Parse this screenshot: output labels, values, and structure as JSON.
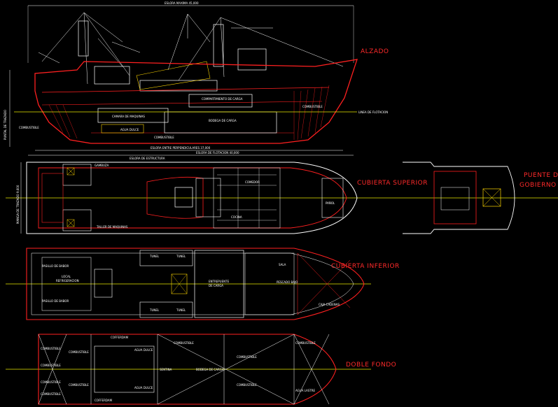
{
  "labels": {
    "alzado": "ALZADO",
    "cubierta_superior": "CUBIERTA SUPERIOR",
    "puente_line1": "PUENTE DE",
    "puente_line2": "GOBIERNO",
    "cubierta_inferior": "CUBIERTA INFERIOR",
    "doble_fondo": "DOBLE FONDO"
  },
  "elevation": {
    "eslora_max": "ESLORA MAXIMA 45,000",
    "eslora_pp": "ESLORA ENTRE PERPENDICULARES 37,000",
    "eslora_flotacion": "ESLORA DE FLOTACION 40,000",
    "linea_flotacion": "LINEA DE FLOTACION",
    "puntal": "PUNTAL DE TRAZADO",
    "compartimiento": "COMPARTIMIENTO DE CARGA",
    "camara": "CAMARA DE MAQUINAS",
    "bodega": "BODEGA DE CARGA",
    "agua_dulce": "AGUA DULCE",
    "combustible_1": "COMBUSTIBLE",
    "combustible_2": "COMBUSTIBLE",
    "combustible_3": "COMBUSTIBLE"
  },
  "upper_deck": {
    "manga": "MANGA DE TRAZADO 9,600",
    "gambuza": "GAMBUZA",
    "comedor": "COMEDOR",
    "taller_maquinas": "TALLER DE MAQUINAS",
    "cocina": "COCINA",
    "pana": "PAÑOL",
    "eslora_note": "ESLORA DE ESTRUCTURA"
  },
  "lower_deck": {
    "pasillo_1": "PASILLO DE BABOR",
    "pasillo_2": "PASILLO DE BABOR",
    "local_1": "LOCAL",
    "local_2": "REFRIGERACION",
    "tunel_1": "TUNEL",
    "tunel_2": "TUNEL",
    "tunel_3": "TUNEL",
    "tunel_4": "TUNEL",
    "entrepuente_1": "ENTREPUENTE",
    "entrepuente_2": "DE CARGA",
    "sala": "SALA",
    "cadenas": "CAJA CADENAS",
    "pescado": "PESCADO BAJO"
  },
  "double_bottom": {
    "comb_1": "COMBUSTIBLE",
    "comb_2": "COMBUSTIBLE",
    "comb_3": "COMBUSTIBLE",
    "comb_4": "COMBUSTIBLE",
    "comb_5": "COMBUSTIBLE",
    "comb_6": "COMBUSTIBLE",
    "comb_7": "COMBUSTIBLE",
    "comb_8": "COMBUSTIBLE",
    "comb_9": "COMBUSTIBLE",
    "comb_10": "COMBUSTIBLE",
    "agua_1": "AGUA DULCE",
    "agua_2": "AGUA DULCE",
    "agua_3": "AGUA LASTRE",
    "sentina": "SENTINA",
    "bodega": "BODEGA DE CARGA",
    "cofferdam_1": "COFFERDAM",
    "cofferdam_2": "COFFERDAM"
  },
  "colors": {
    "background": "#000000",
    "hull": "#ff2020",
    "line": "#ffffff",
    "centerline": "#e8e800",
    "label": "#ff2a2a",
    "accent": "#ffd700"
  }
}
